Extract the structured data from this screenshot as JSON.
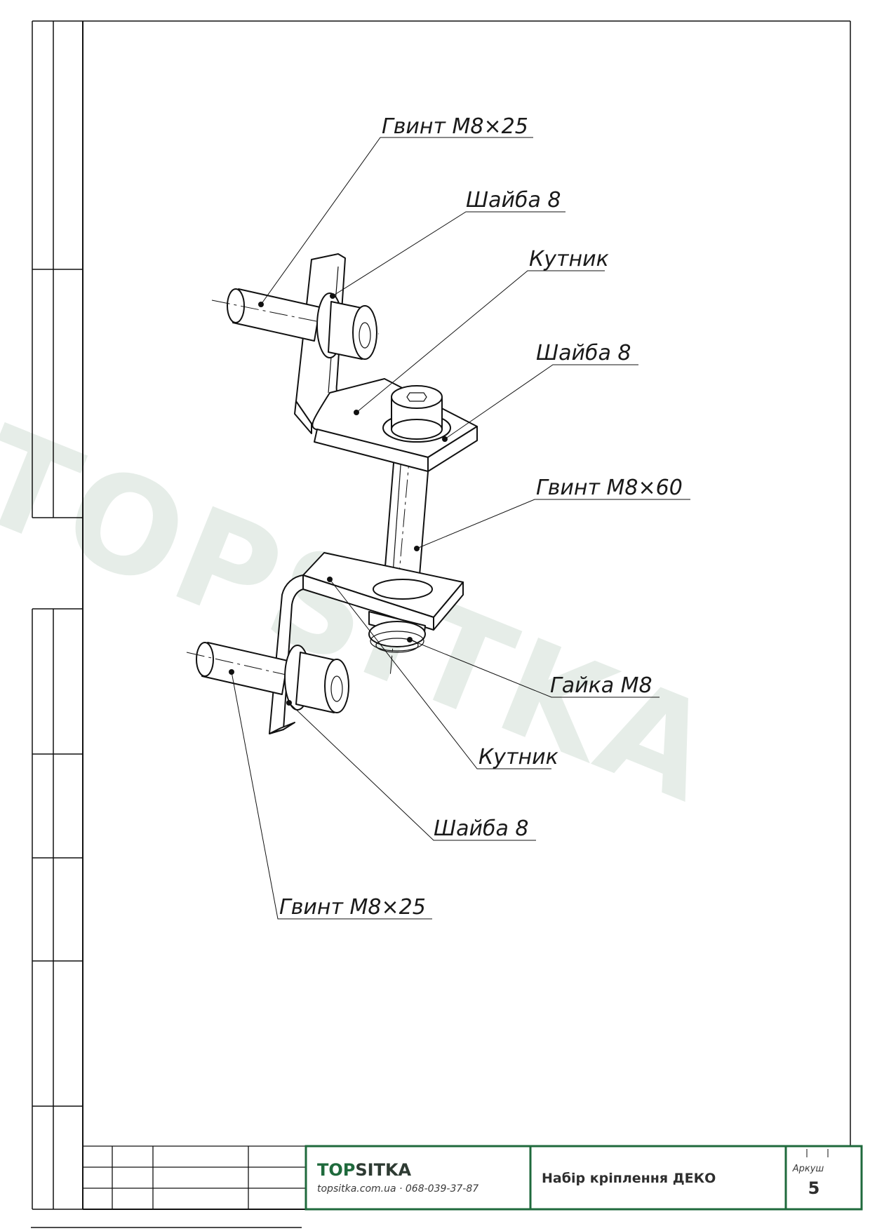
{
  "watermark": "TOPSITKA",
  "callouts": [
    {
      "id": "screw-top",
      "label": "Гвинт М8×25"
    },
    {
      "id": "washer-top",
      "label": "Шайба 8"
    },
    {
      "id": "bracket-top",
      "label": "Кутник"
    },
    {
      "id": "washer-mid",
      "label": "Шайба 8"
    },
    {
      "id": "screw-long",
      "label": "Гвинт М8×60"
    },
    {
      "id": "nut",
      "label": "Гайка М8"
    },
    {
      "id": "bracket-bottom",
      "label": "Кутник"
    },
    {
      "id": "washer-bottom",
      "label": "Шайба 8"
    },
    {
      "id": "screw-bottom",
      "label": "Гвинт М8×25"
    }
  ],
  "title_block": {
    "brand_primary": "TOP",
    "brand_secondary": "SITKA",
    "contact": "topsitka.com.ua · 068-039-37-87",
    "title": "Набір кріплення ДЕКО",
    "sheet_label": "Аркуш",
    "sheet_number": "5"
  },
  "colors": {
    "brand_green": "#1f6a3c",
    "watermark": "#e6ede8",
    "line": "#111111"
  }
}
